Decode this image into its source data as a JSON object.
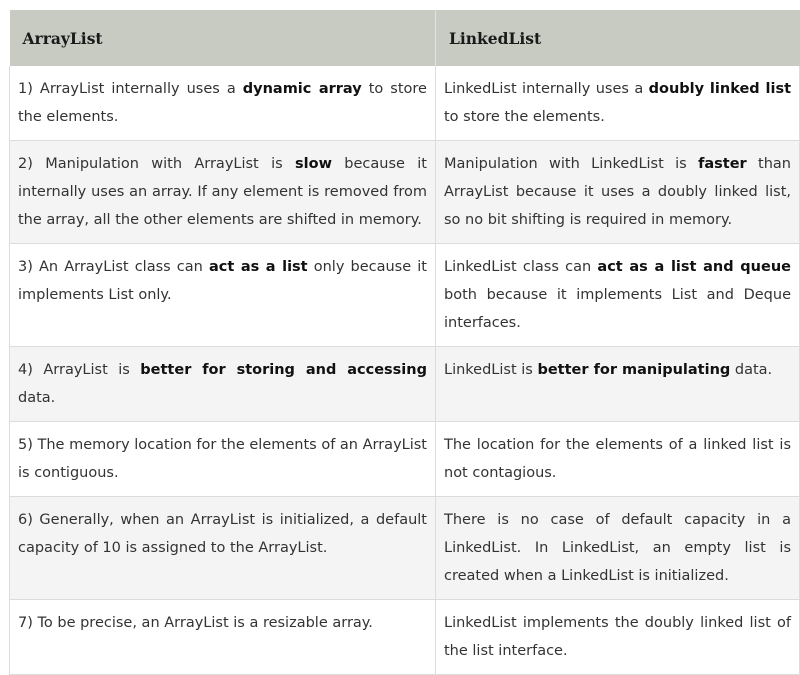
{
  "header": {
    "col1": "ArrayList",
    "col2": "LinkedList"
  },
  "rows": [
    {
      "left": [
        {
          "t": "1) ArrayList internally uses a ",
          "b": false
        },
        {
          "t": "dynamic array",
          "b": true
        },
        {
          "t": " to store the elements.",
          "b": false
        }
      ],
      "right": [
        {
          "t": "LinkedList internally uses a ",
          "b": false
        },
        {
          "t": "doubly linked list",
          "b": true
        },
        {
          "t": " to store the elements.",
          "b": false
        }
      ]
    },
    {
      "left": [
        {
          "t": "2) Manipulation with ArrayList is ",
          "b": false
        },
        {
          "t": "slow",
          "b": true
        },
        {
          "t": " because it internally uses an array. If any element is removed from the array, all the other elements are shifted in memory.",
          "b": false
        }
      ],
      "right": [
        {
          "t": "Manipulation with LinkedList is ",
          "b": false
        },
        {
          "t": "faster",
          "b": true
        },
        {
          "t": " than ArrayList because it uses a doubly linked list, so no bit shifting is required in memory.",
          "b": false
        }
      ]
    },
    {
      "left": [
        {
          "t": "3) An ArrayList class can ",
          "b": false
        },
        {
          "t": "act as a list",
          "b": true
        },
        {
          "t": " only because it implements List only.",
          "b": false
        }
      ],
      "right": [
        {
          "t": "LinkedList class can ",
          "b": false
        },
        {
          "t": "act as a list and queue",
          "b": true
        },
        {
          "t": " both because it implements List and Deque interfaces.",
          "b": false
        }
      ]
    },
    {
      "left": [
        {
          "t": "4) ArrayList is ",
          "b": false
        },
        {
          "t": "better for storing and accessing",
          "b": true
        },
        {
          "t": " data.",
          "b": false
        }
      ],
      "right": [
        {
          "t": "LinkedList is ",
          "b": false
        },
        {
          "t": "better for manipulating",
          "b": true
        },
        {
          "t": " data.",
          "b": false
        }
      ]
    },
    {
      "left": [
        {
          "t": "5) The memory location for the elements of an ArrayList is contiguous.",
          "b": false
        }
      ],
      "right": [
        {
          "t": "The location for the elements of a linked list is not contagious.",
          "b": false
        }
      ]
    },
    {
      "left": [
        {
          "t": "6) Generally, when an ArrayList is initialized, a default capacity of 10 is assigned to the ArrayList.",
          "b": false
        }
      ],
      "right": [
        {
          "t": "There is no case of default capacity in a LinkedList. In LinkedList, an empty list is created when a LinkedList is initialized.",
          "b": false
        }
      ]
    },
    {
      "left": [
        {
          "t": "7) To be precise, an ArrayList is a resizable array.",
          "b": false
        }
      ],
      "right": [
        {
          "t": "LinkedList implements the doubly linked list of the list interface.",
          "b": false
        }
      ]
    }
  ]
}
